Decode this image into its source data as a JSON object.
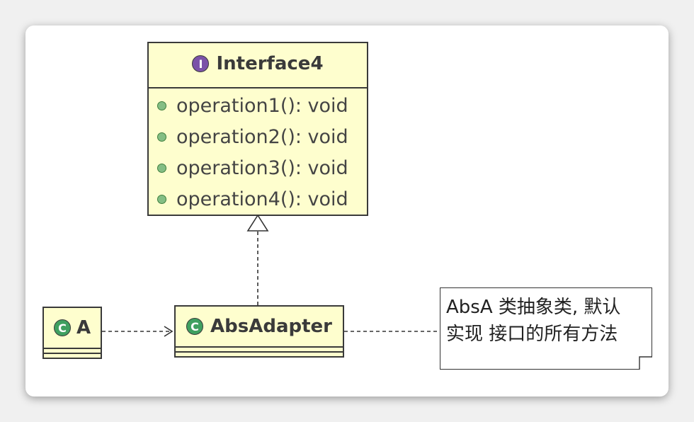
{
  "interface": {
    "stereotype": "I",
    "name": "Interface4",
    "operations": [
      "operation1(): void",
      "operation2(): void",
      "operation3(): void",
      "operation4(): void"
    ]
  },
  "class_a": {
    "stereotype": "C",
    "name": "A"
  },
  "class_adapter": {
    "stereotype": "C",
    "name": "AbsAdapter"
  },
  "note": {
    "line1": "AbsA 类抽象类, 默认",
    "line2": "实现 接口的所有方法"
  },
  "colors": {
    "class_fill": "#fefece",
    "interface_badge": "#7b52a8",
    "class_badge": "#3fa060",
    "public_dot": "#84be84"
  }
}
